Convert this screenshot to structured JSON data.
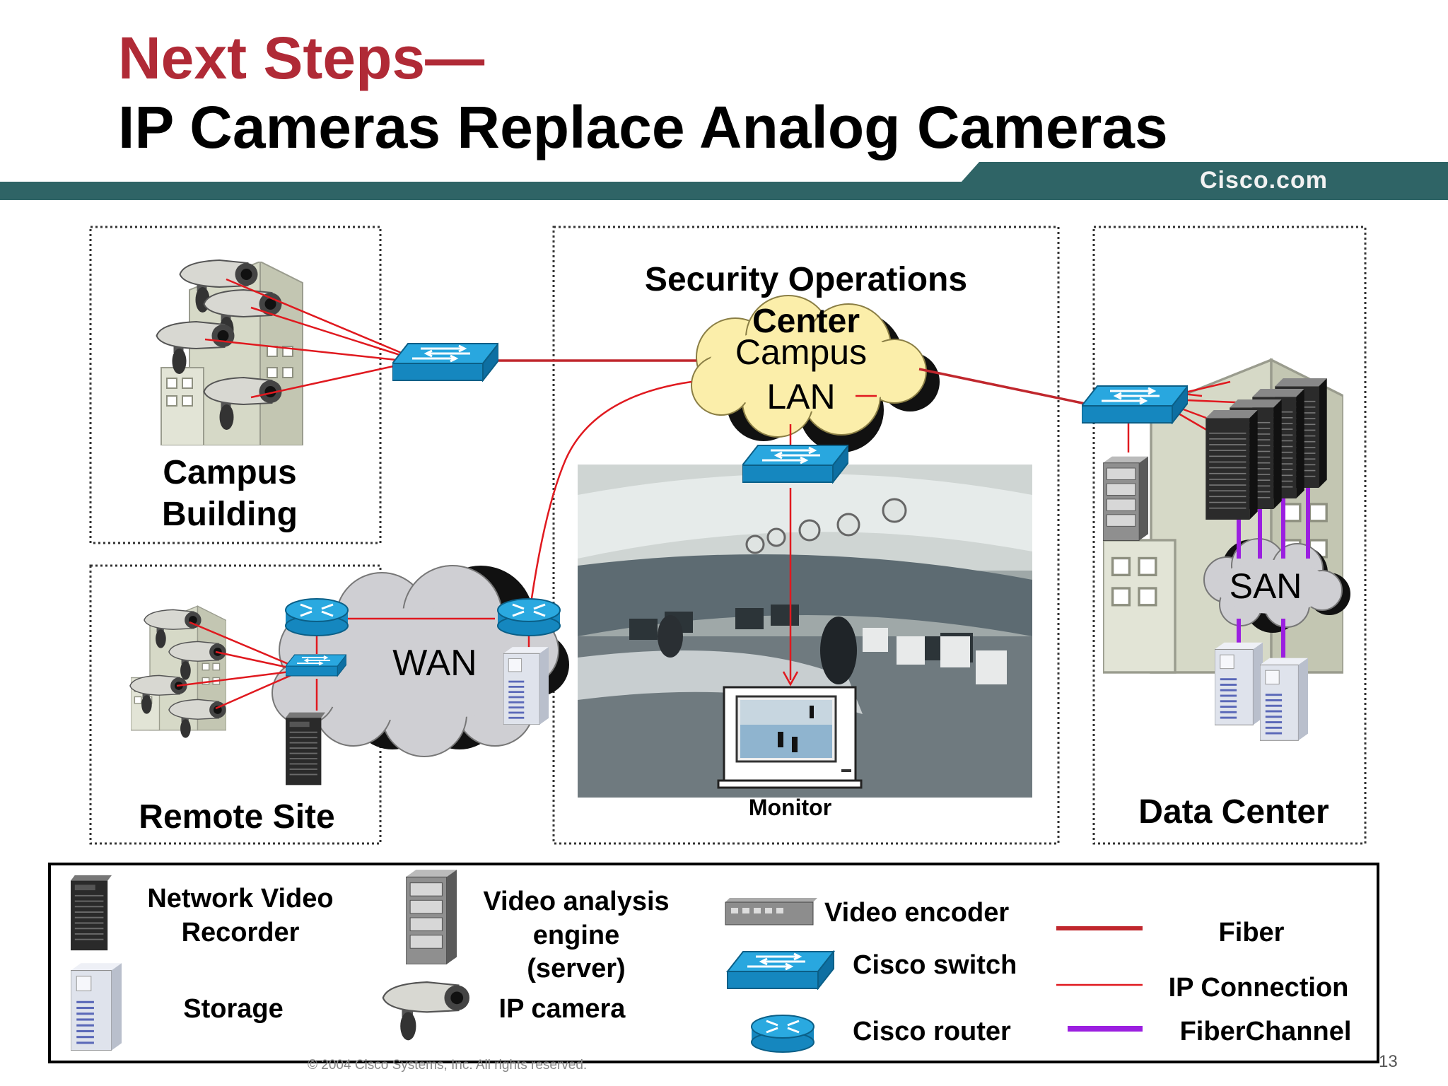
{
  "header": {
    "title_line1": "Next Steps—",
    "title_line2": "IP Cameras Replace Analog Cameras",
    "brand": "Cisco.com"
  },
  "colors": {
    "title_red": "#b02a36",
    "banner_teal": "#2f6466",
    "fiber": "#c0272d",
    "ip_connection": "#e0191f",
    "fiberchannel": "#9b1fe0",
    "switch_blue": "#1e9fd8",
    "cloud_yellow": "#fbeeaa",
    "cloud_gray": "#cfcfd3"
  },
  "zones": {
    "campus_building": "Campus\nBuilding",
    "soc": "Security Operations\nCenter",
    "remote_site": "Remote Site",
    "data_center": "Data Center"
  },
  "clouds": {
    "campus_lan": "Campus\nLAN",
    "wan": "WAN",
    "san": "SAN"
  },
  "monitor_label": "Monitor",
  "legend": {
    "nvr": "Network Video\nRecorder",
    "storage": "Storage",
    "video_analysis": "Video analysis\nengine\n(server)",
    "ip_camera": "IP camera",
    "video_encoder": "Video encoder",
    "cisco_switch": "Cisco switch",
    "cisco_router": "Cisco router",
    "fiber": "Fiber",
    "ip_connection": "IP Connection",
    "fiberchannel": "FiberChannel"
  },
  "footer": {
    "copyright": "© 2004 Cisco Systems, Inc. All rights reserved.",
    "page_number": "13"
  }
}
